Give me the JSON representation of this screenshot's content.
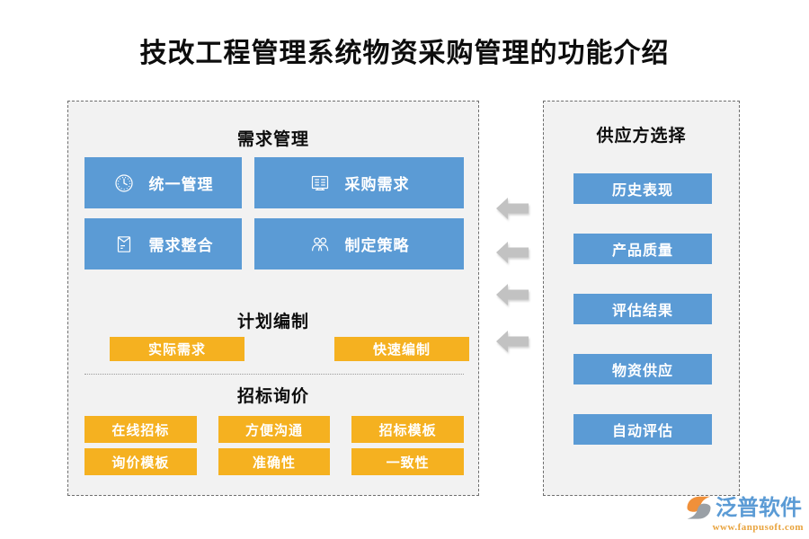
{
  "page": {
    "title": "技改工程管理系统物资采购管理的功能介绍",
    "background": "#ffffff"
  },
  "colors": {
    "blue": "#5b9bd5",
    "orange": "#f5b120",
    "panel_bg": "#f2f2f2",
    "panel_border": "#6e6e6e",
    "arrow": "#c0c0c0",
    "title_text": "#0d0d0d"
  },
  "left_panel": {
    "demand": {
      "heading": "需求管理",
      "items": [
        {
          "label": "统一管理",
          "icon": "clock-icon"
        },
        {
          "label": "采购需求",
          "icon": "document-list-icon"
        },
        {
          "label": "需求整合",
          "icon": "envelope-document-icon"
        },
        {
          "label": "制定策略",
          "icon": "users-icon"
        }
      ]
    },
    "plan": {
      "heading": "计划编制",
      "items": [
        {
          "label": "实际需求"
        },
        {
          "label": "快速编制"
        }
      ]
    },
    "tender": {
      "heading": "招标询价",
      "items": [
        {
          "label": "在线招标"
        },
        {
          "label": "方便沟通"
        },
        {
          "label": "招标模板"
        },
        {
          "label": "询价模板"
        },
        {
          "label": "准确性"
        },
        {
          "label": "一致性"
        }
      ]
    }
  },
  "right_panel": {
    "heading": "供应方选择",
    "items": [
      {
        "label": "历史表现"
      },
      {
        "label": "产品质量"
      },
      {
        "label": "评估结果"
      },
      {
        "label": "物资供应"
      },
      {
        "label": "自动评估"
      }
    ]
  },
  "arrows": {
    "direction": "left",
    "count": 4,
    "icon": "arrow-left-icon"
  },
  "logo": {
    "name": "泛普软件",
    "url": "www.fanpusoft.com",
    "mark": "fanpu-swoosh-logo-icon"
  }
}
